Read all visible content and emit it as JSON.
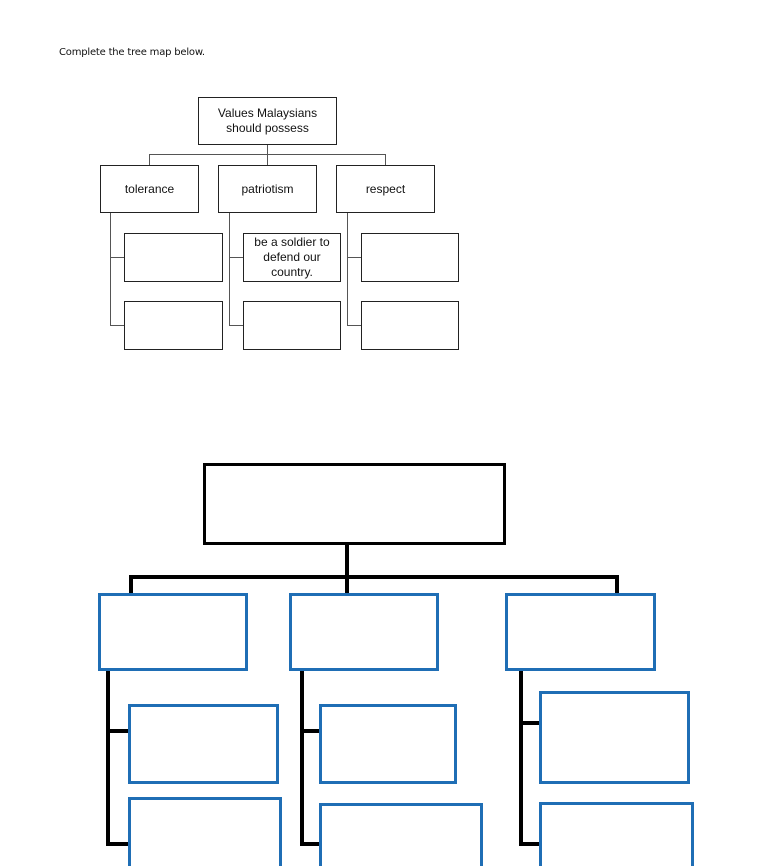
{
  "instruction": "Complete the tree map below.",
  "example": {
    "root": "Values Malaysians should possess",
    "branches": [
      {
        "label": "tolerance",
        "items": [
          "",
          ""
        ]
      },
      {
        "label": "patriotism",
        "items": [
          "be a soldier to defend our country.",
          ""
        ]
      },
      {
        "label": "respect",
        "items": [
          "",
          ""
        ]
      }
    ]
  },
  "blank_tree": {
    "root": "",
    "branches": [
      {
        "label": "",
        "items": [
          "",
          ""
        ]
      },
      {
        "label": "",
        "items": [
          "",
          ""
        ]
      },
      {
        "label": "",
        "items": [
          "",
          ""
        ]
      }
    ],
    "colors": {
      "root_border": "#000000",
      "branch_border": "#1f6eb5"
    }
  }
}
